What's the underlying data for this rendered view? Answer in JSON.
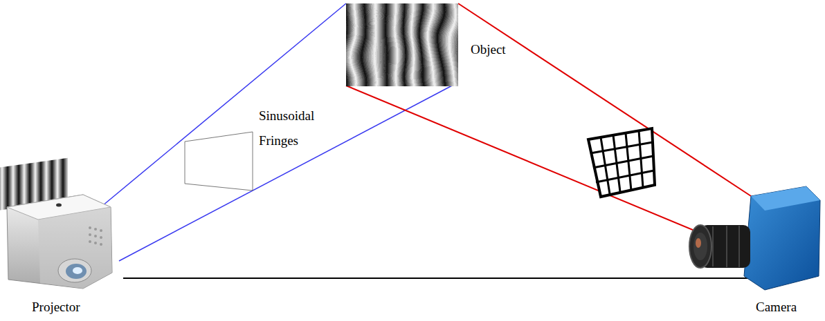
{
  "diagram": {
    "labels": [
      "Object",
      "Sinusoidal Fringes",
      "Projector",
      "Camera"
    ]
  }
}
